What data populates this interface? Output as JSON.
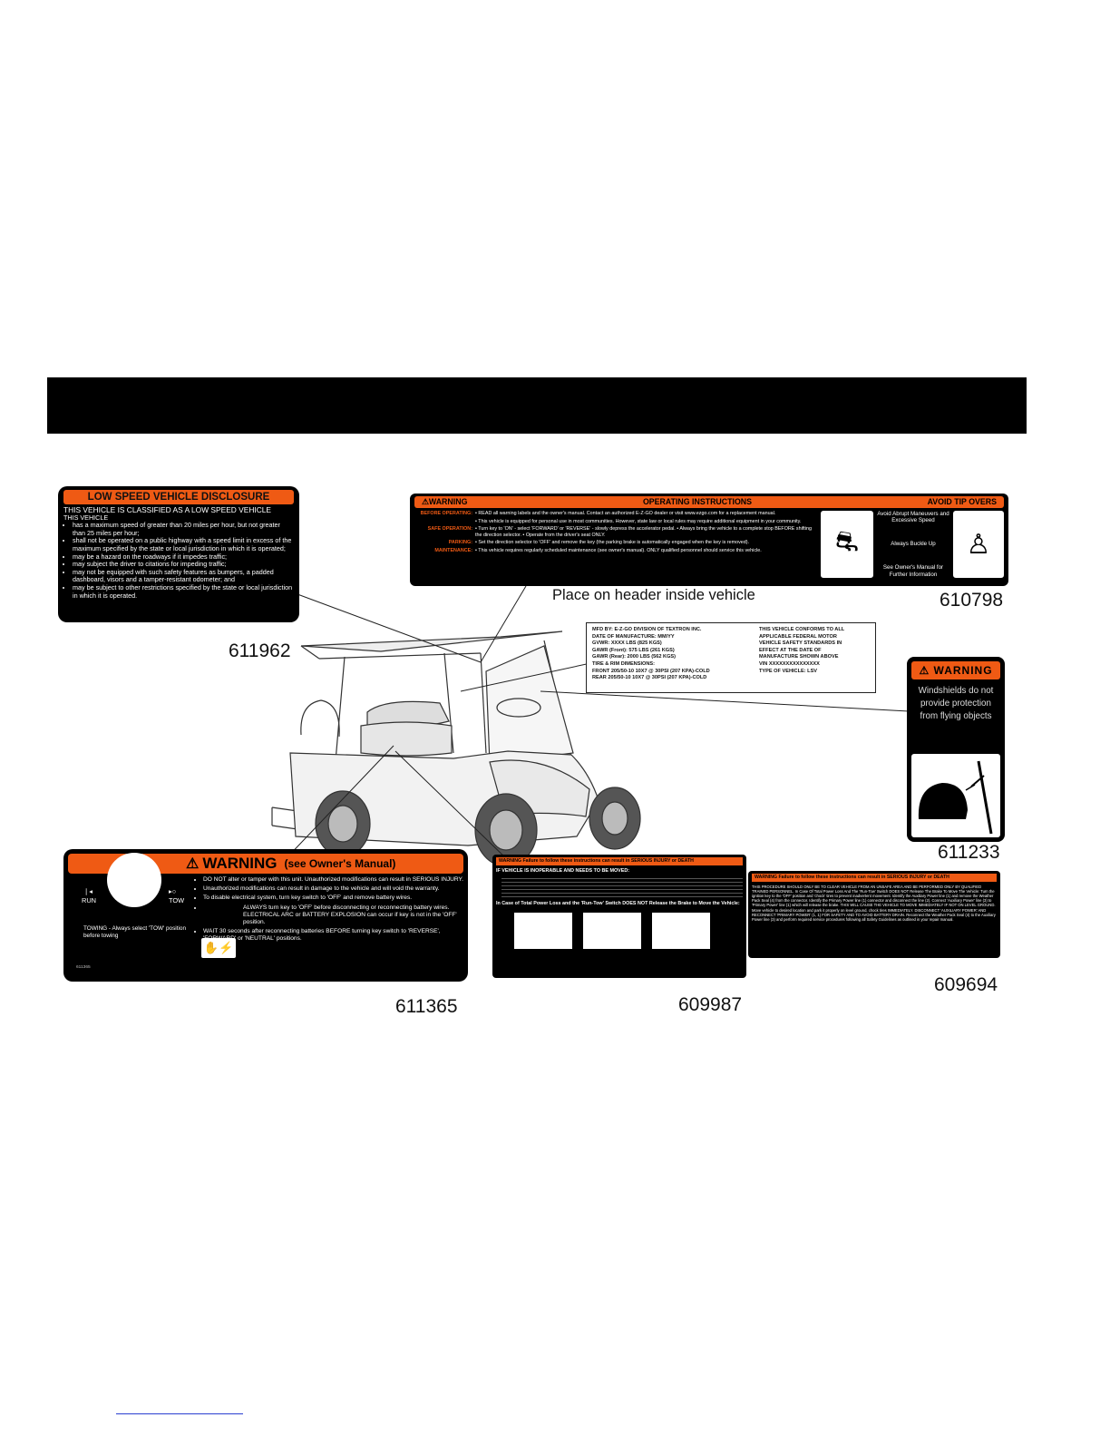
{
  "lsv_label": {
    "title": "LOW SPEED VEHICLE DISCLOSURE",
    "line1": "THIS VEHICLE IS CLASSIFIED AS A LOW SPEED VEHICLE",
    "line2": "THIS VEHICLE",
    "bullets": [
      "has a maximum speed of greater than 20 miles per hour, but not greater than 25 miles per hour;",
      "shall not be operated on a public highway with a speed limit in excess of the maximum specified by the state or local jurisdiction in which it is operated;",
      "may be a hazard on the roadways if it impedes traffic;",
      "may subject the driver to citations for impeding traffic;",
      "may not be equipped with such safety features as bumpers, a padded dashboard, visors and a tamper-resistant odometer; and",
      "may be subject to other restrictions specified by the state or local jurisdiction in which it is operated."
    ],
    "part_number": "611962"
  },
  "operating_label": {
    "warning": "WARNING",
    "title": "OPERATING INSTRUCTIONS",
    "tip_title": "AVOID TIP OVERS",
    "rows": [
      {
        "key": "BEFORE OPERATING:",
        "text": "• READ all warning labels and the owner's manual. Contact an authorized E-Z-GO dealer or visit www.ezgo.com for a replacement manual."
      },
      {
        "key": "",
        "text": "• This vehicle is equipped for personal use in most communities. However, state law or local rules may require additional equipment in your community."
      },
      {
        "key": "SAFE OPERATION:",
        "text": "• Turn key to 'ON' - select 'FORWARD' or 'REVERSE' - slowly depress the accelerator pedal. • Always bring the vehicle to a complete stop BEFORE shifting the direction selector. • Operate from the driver's seat ONLY."
      },
      {
        "key": "PARKING:",
        "text": "• Set the direction selector to 'OFF' and remove the key (the parking brake is automatically engaged when the key is removed)."
      },
      {
        "key": "MAINTENANCE:",
        "text": "• This vehicle requires regularly scheduled maintenance (see owner's manual). ONLY qualified personnel should service this vehicle."
      }
    ],
    "tip_lines": [
      "Avoid Abrupt Maneuvers and Excessive Speed",
      "Always Buckle Up",
      "See Owner's Manual for Further Information"
    ],
    "caption": "Place on header inside vehicle",
    "part_number": "610798"
  },
  "mfd_label": {
    "left": [
      "MFD BY:  E-Z-GO DIVISION OF TEXTRON INC.",
      "DATE OF MANUFACTURE:  MM/YY",
      "GVWR:            XXXX LBS (825 KGS)",
      "GAWR (Front):   575 LBS (261 KGS)",
      "GAWR (Rear):    2000 LBS (562 KGS)",
      "TIRE & RIM DIMENSIONS:",
      "FRONT 205/50-10 10X7 @ 30PSI (207 KPA)-COLD",
      "REAR 205/50-10 10X7 @ 30PSI (207 KPA)-COLD"
    ],
    "right": [
      "THIS VEHICLE CONFORMS TO ALL",
      "APPLICABLE FEDERAL MOTOR",
      "VEHICLE SAFETY STANDARDS IN",
      "EFFECT AT THE DATE OF",
      "MANUFACTURE SHOWN ABOVE",
      "VIN XXXXXXXXXXXXXXX",
      "TYPE OF VEHICLE: LSV"
    ]
  },
  "windshield_label": {
    "warning": "WARNING",
    "text": "Windshields do not provide protection from flying objects",
    "part_number": "611233"
  },
  "tow_label": {
    "warning": "WARNING",
    "manual": "(see Owner's Manual)",
    "run": "RUN",
    "tow": "TOW",
    "towing_note": "TOWING - Always select 'TOW' position before towing",
    "bullets": [
      "DO NOT alter or tamper with this unit. Unauthorized modifications can result in SERIOUS INJURY.",
      "Unauthorized modifications can result in damage to the vehicle and will void the warranty.",
      "To disable electrical system, turn key switch to 'OFF' and remove battery wires.",
      "ALWAYS turn key to 'OFF' before disconnecting or reconnecting battery wires. ELECTRICAL ARC or BATTERY EXPLOSION can occur if key is not in the 'OFF' position.",
      "WAIT 30 seconds after reconnecting batteries BEFORE turning key switch to 'REVERSE', 'FORWARD' or 'NEUTRAL' positions."
    ],
    "small_code": "611365",
    "part_number": "611365"
  },
  "inoperable_label": {
    "header": "WARNING  Failure to follow these instructions can result in SERIOUS INJURY or DEATH",
    "section1": "IF VEHICLE IS INOPERABLE AND NEEDS TO BE MOVED:",
    "section2": "In Case of Total Power Loss and the 'Run-Tow' Switch DOES NOT Release the Brake to Move the Vehicle:",
    "part_number": "609987"
  },
  "power_label": {
    "header": "WARNING  Failure to follow these instructions can result in SERIOUS INJURY or DEATH",
    "body": "THIS PROCEDURE SHOULD ONLY BE TO CLEAR VEHICLE FROM AN UNSAFE AREA AND BE PERFORMED ONLY BY QUALIFIED TRAINED PERSONNEL. In Case Of Total Power Loss And The 'Run-Tow' Switch DOES NOT Release The Brake To Move The Vehicle: Turn the ignition key to the 'OFF' position and 'chock' tires to prevent inadvertent movement. Identify the Auxiliary Power line (1) and remove the Weather Pack Seal (4) from the connector. Identify the Primary Power line (1) connector and disconnect the line (2). Connect 'Auxiliary Power' line (3) to 'Primary Power' line (1) which will release the brake. THIS WILL CAUSE THE VEHICLE TO MOVE IMMEDIATELY IF NOT ON LEVEL GROUND. Move vehicle to desired location and park it properly on level ground, chock tires IMMEDIATELY. DISCONNECT 'AUXILIARY POWER' AND RECONNECT 'PRIMARY POWER' (1, 1) FOR SAFETY AND TO AVOID BATTERY DRAIN. Reconnect the Weather Pack Seal (4) to the Auxiliary Power line (3) and perform required service procedures following all Safety Guidelines as outlined in your repair manual.",
    "part_number": "609694"
  }
}
